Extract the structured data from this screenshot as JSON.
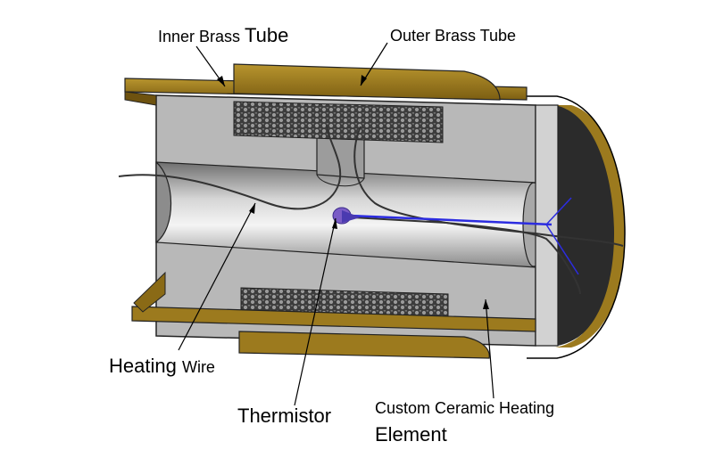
{
  "labels": {
    "inner_brass": [
      "Inner Brass ",
      "Tube"
    ],
    "outer_brass": "Outer Brass Tube",
    "heating_wire": [
      "Heating ",
      "Wire"
    ],
    "thermistor": "Thermistor",
    "ceramic": [
      "Custom Ceramic Heating",
      "Element"
    ]
  },
  "colors": {
    "brass": "#9c7a1e",
    "ceramic": "#b8b8b8",
    "thermistor_bead": "#7a5cc6",
    "leader": "#000000"
  }
}
